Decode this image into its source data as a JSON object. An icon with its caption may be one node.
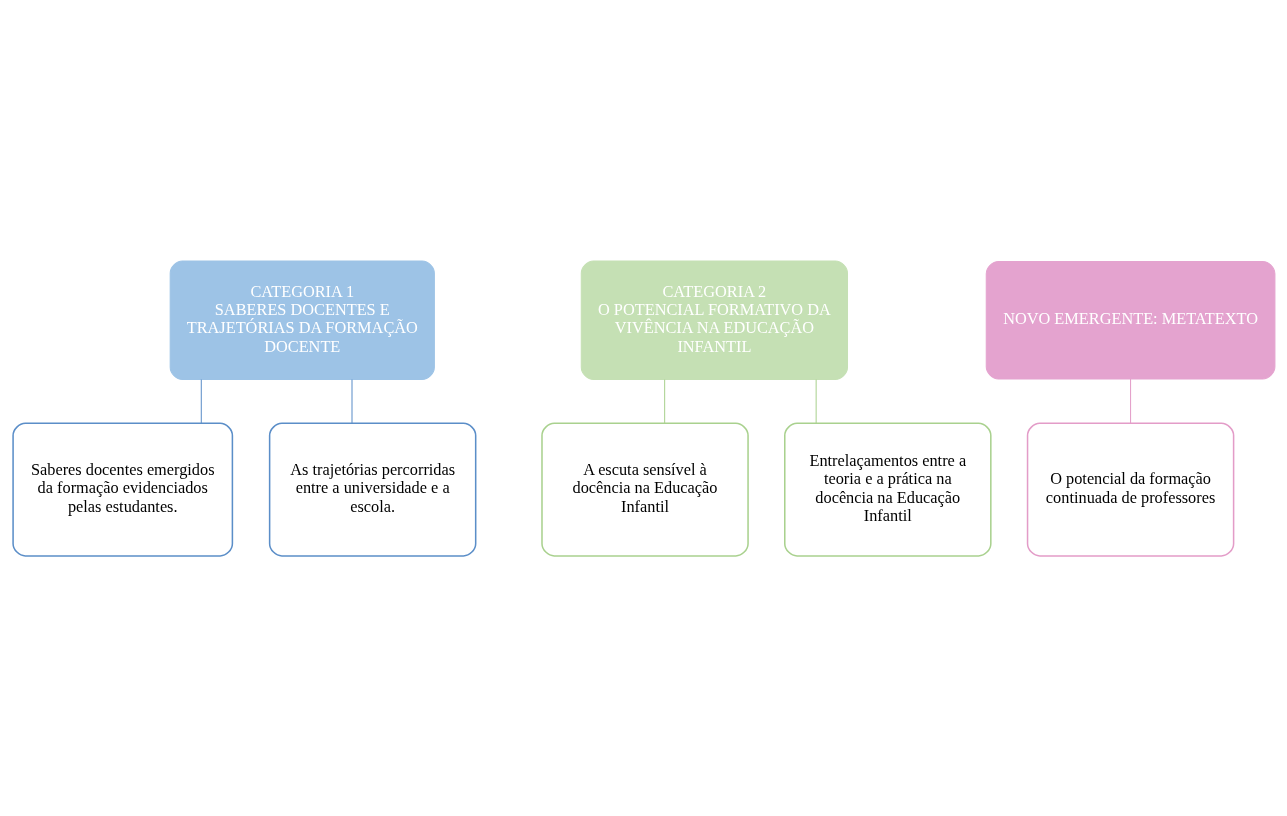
{
  "diagram": {
    "nodes": [
      {
        "text": [
          "CATEGORIA 1",
          "SABERES DOCENTES E TRAJETÓRIAS DA FORMAÇÃO DOCENTE"
        ]
      },
      {
        "text": [
          "Saberes docentes emergidos da formação evidenciados pelas estudantes."
        ]
      },
      {
        "text": [
          "As trajetórias percorridas entre a universidade e a escola."
        ]
      },
      {
        "text": [
          "CATEGORIA 2",
          "O POTENCIAL FORMATIVO DA VIVÊNCIA NA EDUCAÇÃO INFANTIL"
        ]
      },
      {
        "text": [
          "A escuta sensível à docência na Educação Infantil"
        ]
      },
      {
        "text": [
          "Entrelaçamentos entre a teoria e a prática na docência na Educação Infantil"
        ]
      },
      {
        "text": [
          "NOVO EMERGENTE: METATEXTO"
        ]
      },
      {
        "text": [
          "O potencial da formação continuada de professores"
        ]
      }
    ],
    "edges": [
      {
        "from": 0,
        "to": 1,
        "arrow": "none",
        "color": "#5b8ec8"
      },
      {
        "from": 0,
        "to": 2,
        "arrow": "none",
        "color": "#5b8ec8"
      },
      {
        "from": 3,
        "to": 4,
        "arrow": "none",
        "color": "#a9d18e"
      },
      {
        "from": 3,
        "to": 5,
        "arrow": "none",
        "color": "#a9d18e"
      },
      {
        "from": 6,
        "to": 7,
        "arrow": "none",
        "color": "#e39cc8"
      }
    ]
  }
}
